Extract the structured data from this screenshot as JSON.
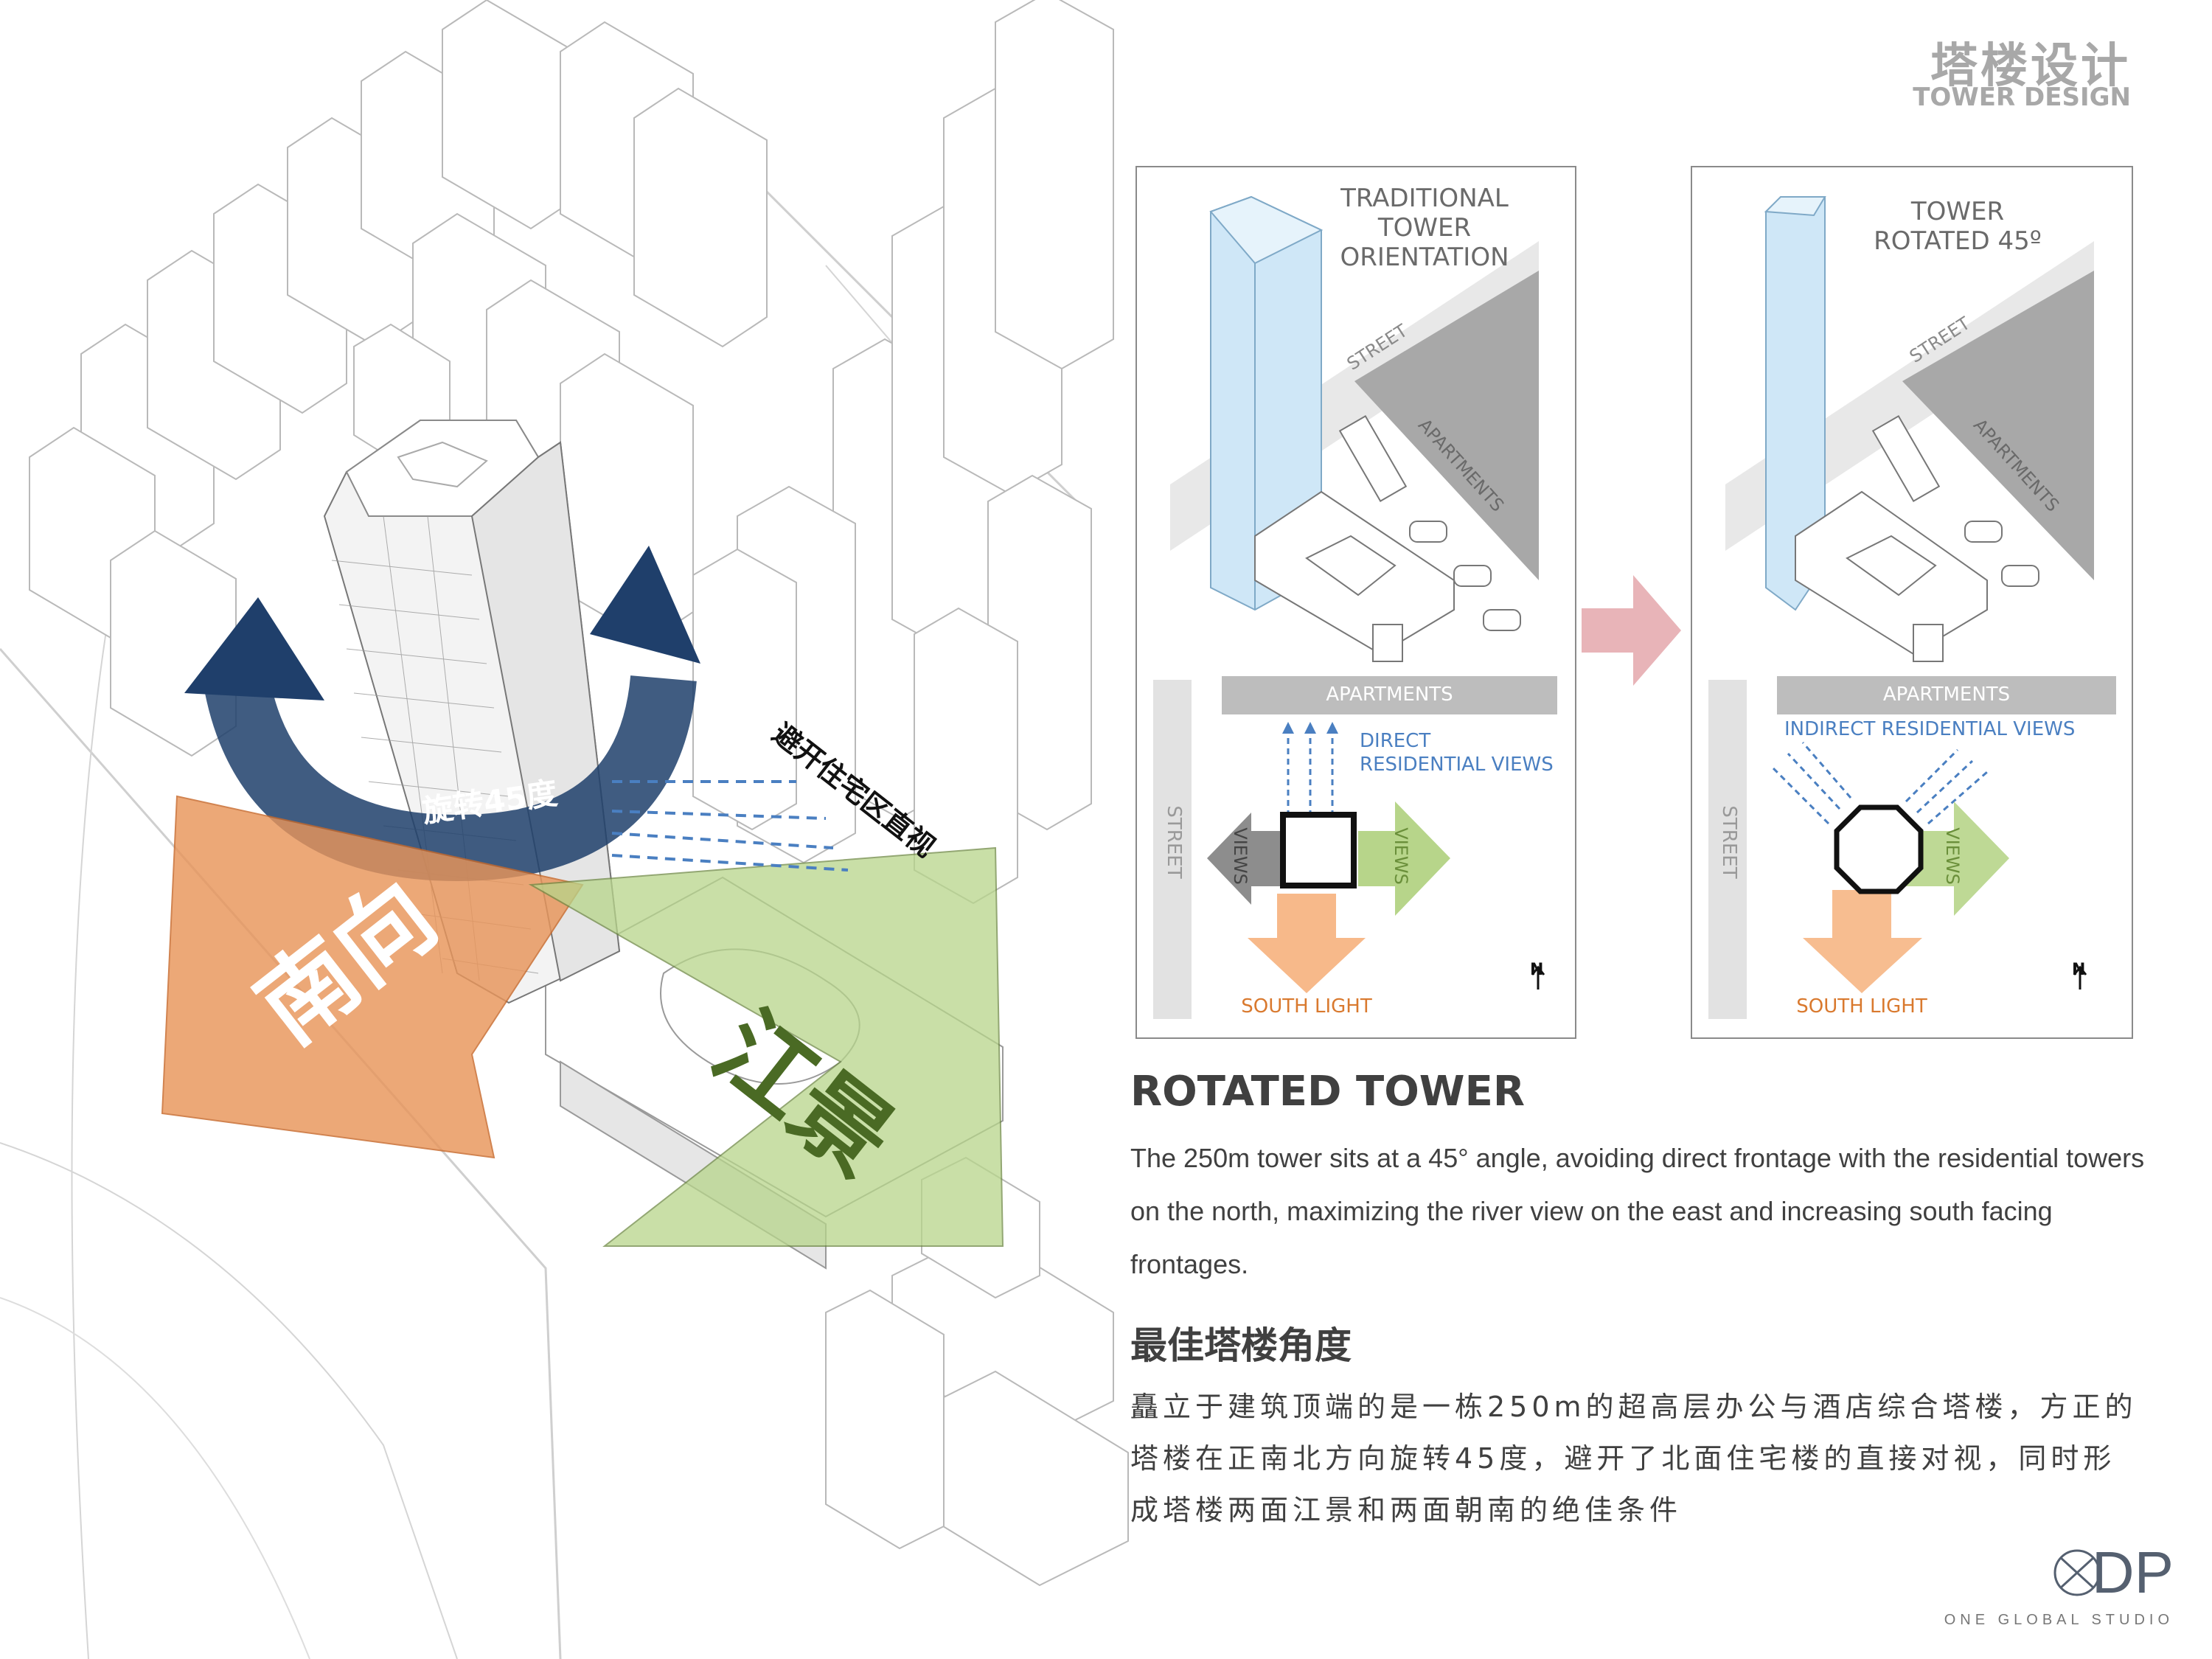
{
  "header": {
    "title_cn": "塔楼设计",
    "title_en": "TOWER DESIGN"
  },
  "site_labels": {
    "rotate": "旋转45度",
    "avoid": "避开住宅区直视",
    "south": "南向",
    "river": "江景"
  },
  "left_panel": {
    "title": [
      "TRADITIONAL",
      "TOWER",
      "ORIENTATION"
    ],
    "street_label": "STREET",
    "apartments_label": "APARTMENTS",
    "plan_apartments": "APARTMENTS",
    "plan_street": "STREET",
    "views_label": "DIRECT RESIDENTIAL VIEWS",
    "views_left": "VIEWS",
    "views_right": "VIEWS",
    "south_light": "SOUTH LIGHT",
    "north": "N"
  },
  "right_panel": {
    "title": [
      "TOWER",
      "ROTATED 45º"
    ],
    "street_label": "STREET",
    "apartments_label": "APARTMENTS",
    "plan_apartments": "APARTMENTS",
    "plan_street": "STREET",
    "views_label": "INDIRECT RESIDENTIAL VIEWS",
    "views_right": "VIEWS",
    "south_light": "SOUTH LIGHT",
    "north": "N"
  },
  "body": {
    "heading_en": "ROTATED TOWER",
    "para_en": "The 250m tower sits at a 45° angle, avoiding direct frontage with the residential towers on the north, maximizing the river view on the east and increasing south facing frontages.",
    "heading_cn": "最佳塔楼角度",
    "para_cn": "矗立于建筑顶端的是一栋250m的超高层办公与酒店综合塔楼，方正的塔楼在正南北方向旋转45度，避开了北面住宅楼的直接对视，同时形成塔楼两面江景和两面朝南的绝佳条件"
  },
  "logo": {
    "mark": "DP",
    "sub": "ONE GLOBAL STUDIO"
  },
  "colors": {
    "south": "#e8955a",
    "river": "#b7d58a",
    "rotate_arrow": "#1f3f6b",
    "tower_blue": "#cfe7f7",
    "grey_block": "#a8a8a8",
    "pink_arrow": "#e8b4b8",
    "views_blue": "#4a7fc1",
    "south_text": "#d9792e"
  }
}
